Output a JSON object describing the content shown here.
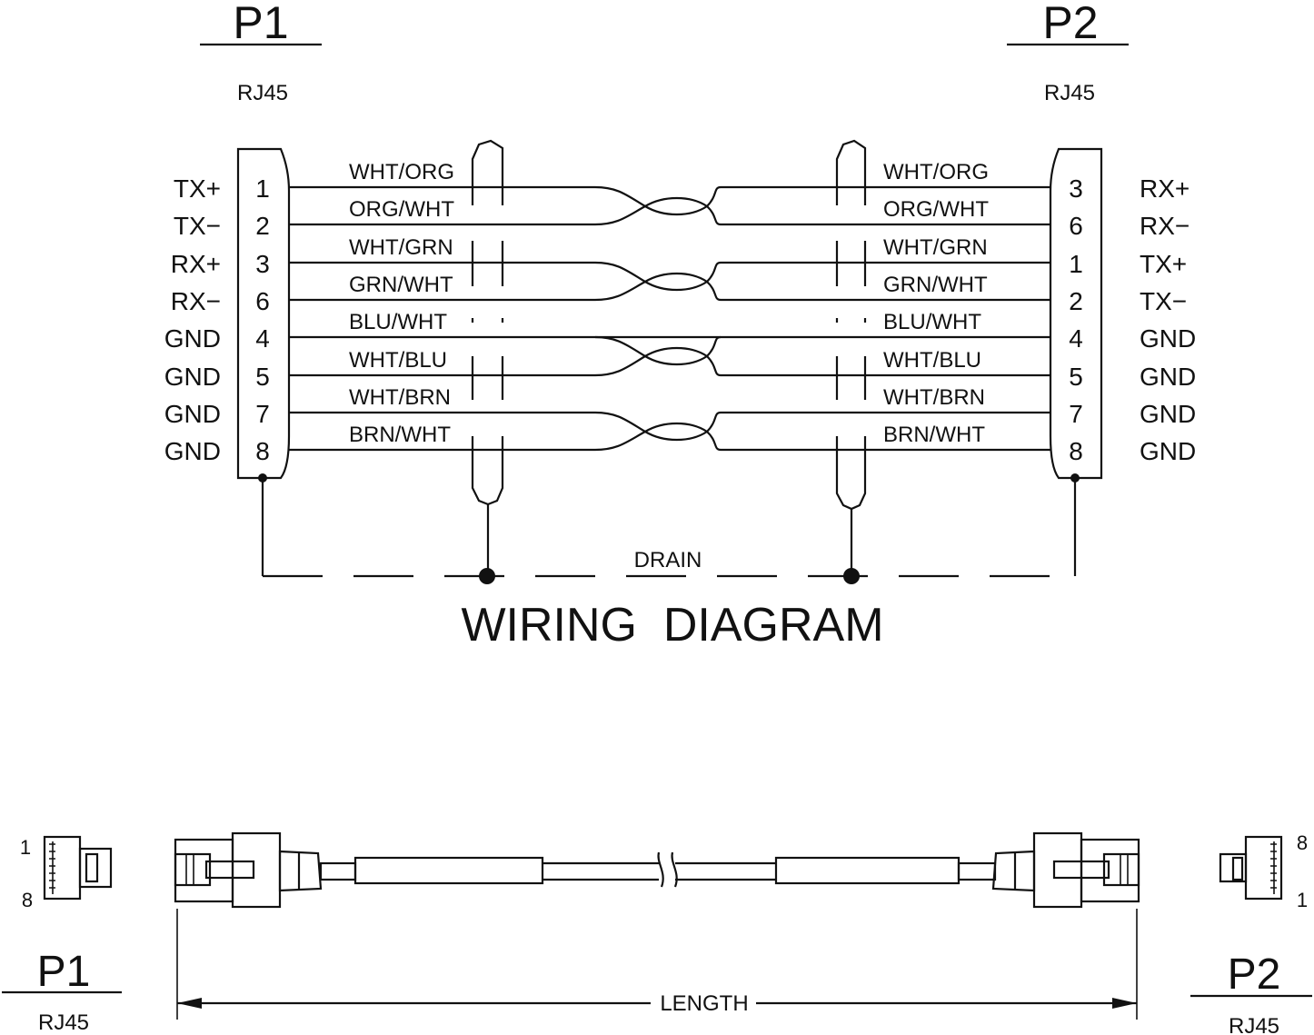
{
  "left_connector": {
    "title": "P1",
    "type": "RJ45",
    "pins": [
      {
        "signal": "TX+",
        "pin": "1",
        "wire": "WHT/ORG"
      },
      {
        "signal": "TX−",
        "pin": "2",
        "wire": "ORG/WHT"
      },
      {
        "signal": "RX+",
        "pin": "3",
        "wire": "WHT/GRN"
      },
      {
        "signal": "RX−",
        "pin": "6",
        "wire": "GRN/WHT"
      },
      {
        "signal": "GND",
        "pin": "4",
        "wire": "BLU/WHT"
      },
      {
        "signal": "GND",
        "pin": "5",
        "wire": "WHT/BLU"
      },
      {
        "signal": "GND",
        "pin": "7",
        "wire": "WHT/BRN"
      },
      {
        "signal": "GND",
        "pin": "8",
        "wire": "BRN/WHT"
      }
    ]
  },
  "right_connector": {
    "title": "P2",
    "type": "RJ45",
    "pins": [
      {
        "signal": "RX+",
        "pin": "3",
        "wire": "WHT/ORG"
      },
      {
        "signal": "RX−",
        "pin": "6",
        "wire": "ORG/WHT"
      },
      {
        "signal": "TX+",
        "pin": "1",
        "wire": "WHT/GRN"
      },
      {
        "signal": "TX−",
        "pin": "2",
        "wire": "GRN/WHT"
      },
      {
        "signal": "GND",
        "pin": "4",
        "wire": "BLU/WHT"
      },
      {
        "signal": "GND",
        "pin": "5",
        "wire": "WHT/BLU"
      },
      {
        "signal": "GND",
        "pin": "7",
        "wire": "WHT/BRN"
      },
      {
        "signal": "GND",
        "pin": "8",
        "wire": "BRN/WHT"
      }
    ]
  },
  "drain_label": "DRAIN",
  "diagram_title": "WIRING  DIAGRAM",
  "cable": {
    "left": {
      "title": "P1",
      "type": "RJ45",
      "pin_top": "1",
      "pin_bottom": "8"
    },
    "right": {
      "title": "P2",
      "type": "RJ45",
      "pin_top": "8",
      "pin_bottom": "1"
    },
    "length_label": "LENGTH"
  }
}
